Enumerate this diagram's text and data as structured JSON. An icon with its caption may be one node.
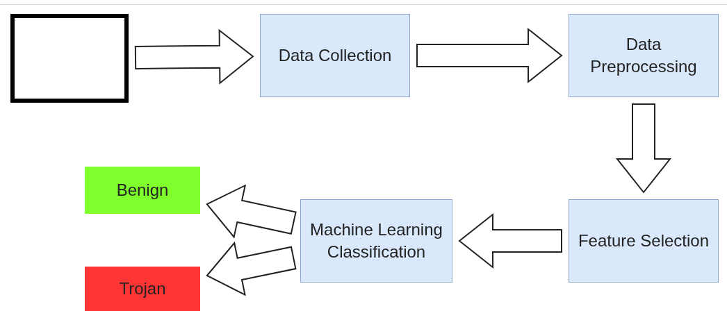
{
  "diagram": {
    "nodes": [
      {
        "text": [],
        "shape": "box"
      },
      {
        "text": [
          "Data Collection"
        ]
      },
      {
        "text": [
          "Data Preprocessing"
        ]
      },
      {
        "text": [
          "Feature Selection"
        ]
      },
      {
        "text": [
          "Machine Learning Classification"
        ]
      },
      {
        "text": [
          "Benign"
        ]
      },
      {
        "text": [
          "Trojan"
        ]
      }
    ],
    "edges": [
      {
        "from": 0,
        "to": 1,
        "arrow": "to"
      },
      {
        "from": 1,
        "to": 2,
        "arrow": "to"
      },
      {
        "from": 2,
        "to": 3,
        "arrow": "to"
      },
      {
        "from": 3,
        "to": 4,
        "arrow": "to"
      },
      {
        "from": 4,
        "to": 5,
        "arrow": "to"
      },
      {
        "from": 4,
        "to": 6,
        "arrow": "to"
      }
    ]
  }
}
